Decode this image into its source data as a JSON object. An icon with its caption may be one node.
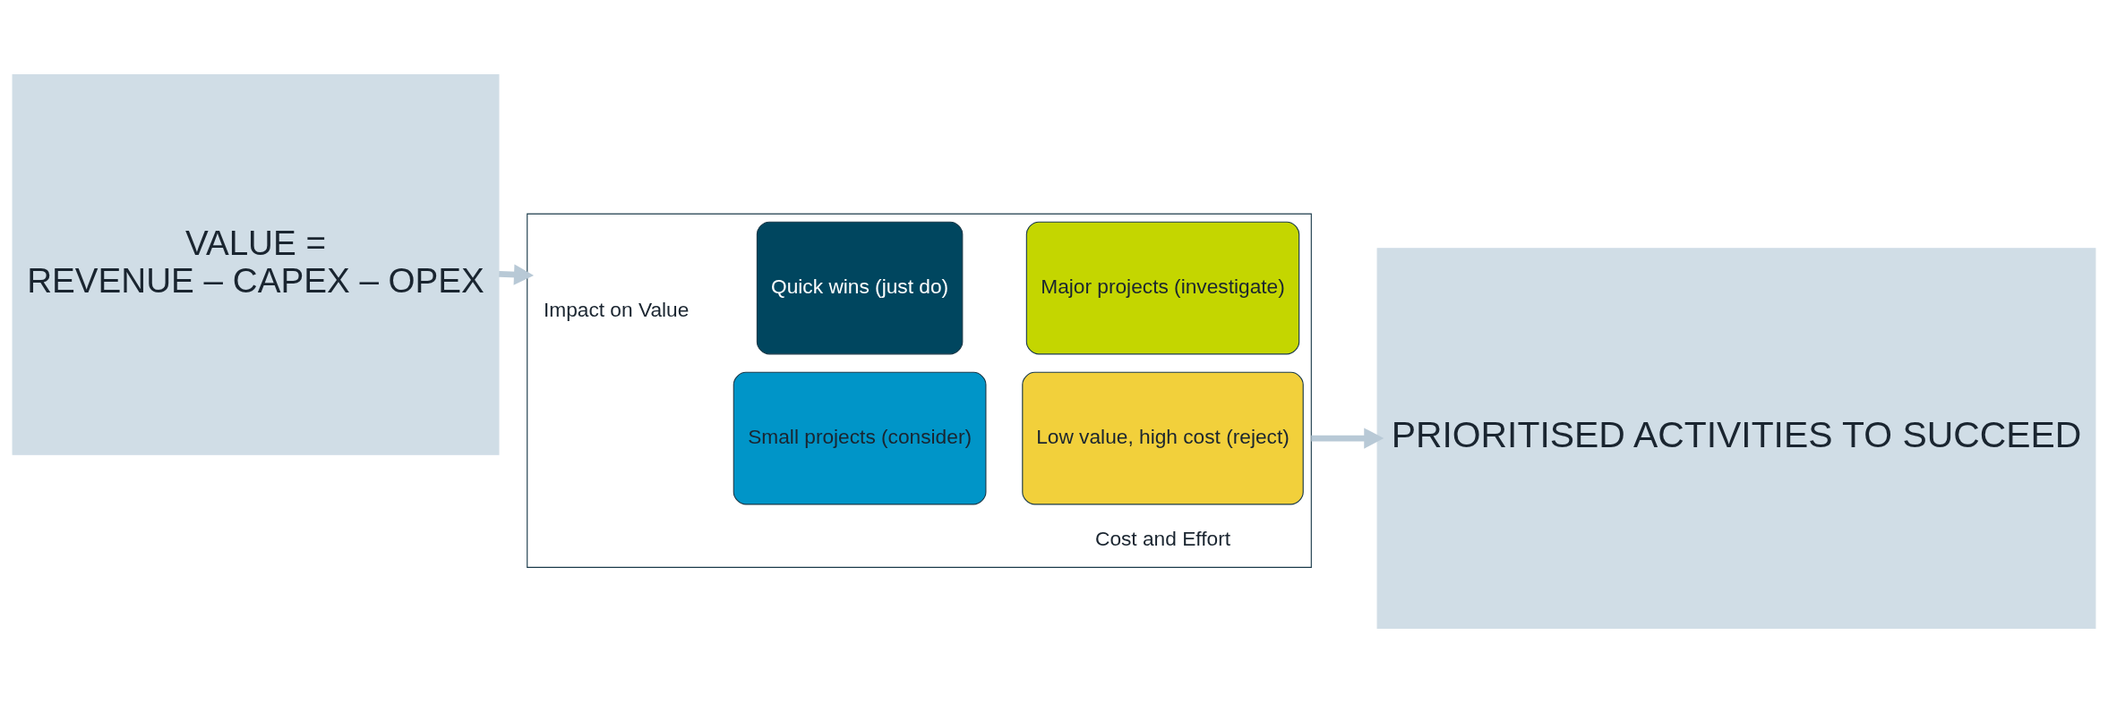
{
  "diagram": {
    "nodes": [
      {
        "text": [
          "VALUE =",
          "REVENUE – CAPEX – OPEX"
        ]
      },
      {
        "text": [],
        "shape": "picture"
      },
      {
        "text": [
          "Quick wins (just do)"
        ],
        "in": 1
      },
      {
        "text": [
          "Major projects (investigate)"
        ],
        "in": 1
      },
      {
        "text": [
          "Small projects (consider)"
        ],
        "in": 1
      },
      {
        "text": [
          "Low value, high cost (reject)"
        ],
        "in": 1
      },
      {
        "text": [
          "PRIORITISED ACTIVITIES TO SUCCEED"
        ]
      }
    ],
    "edges": [
      {
        "from": 0,
        "to": 1,
        "arrow": "to"
      },
      {
        "from": 1,
        "to": 6,
        "arrow": "to"
      }
    ],
    "labels": [
      "Impact on Value",
      "Cost and Effort"
    ]
  }
}
